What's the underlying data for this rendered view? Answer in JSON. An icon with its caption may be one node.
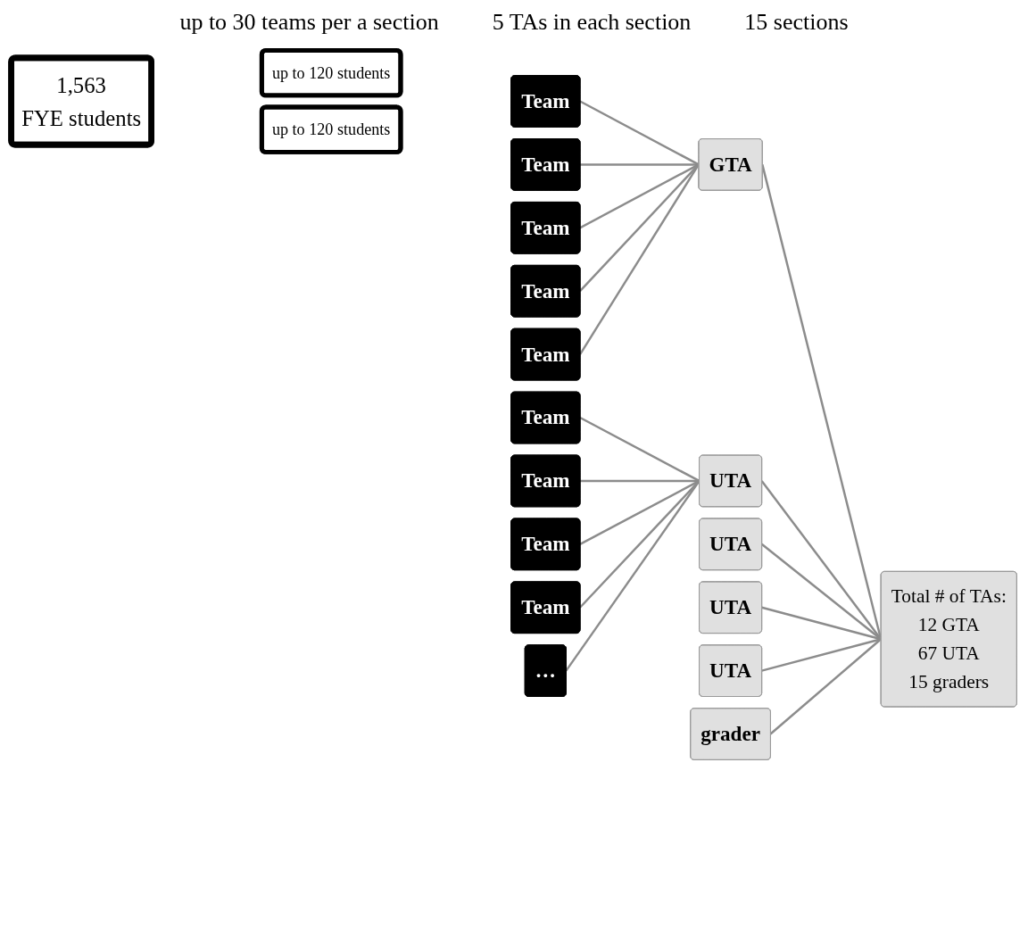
{
  "diagram": {
    "nodes": [
      {
        "text": [
          "1,563",
          "FYE students"
        ]
      },
      {
        "text": [
          "up to 120 students"
        ]
      },
      {
        "text": [
          "up to 120 students"
        ]
      },
      {
        "text": [
          "Team"
        ]
      },
      {
        "text": [
          "Team"
        ]
      },
      {
        "text": [
          "Team"
        ]
      },
      {
        "text": [
          "Team"
        ]
      },
      {
        "text": [
          "Team"
        ]
      },
      {
        "text": [
          "Team"
        ]
      },
      {
        "text": [
          "Team"
        ]
      },
      {
        "text": [
          "Team"
        ]
      },
      {
        "text": [
          "Team"
        ]
      },
      {
        "text": [
          "…"
        ]
      },
      {
        "text": [
          "GTA"
        ]
      },
      {
        "text": [
          "UTA"
        ]
      },
      {
        "text": [
          "UTA"
        ]
      },
      {
        "text": [
          "UTA"
        ]
      },
      {
        "text": [
          "UTA"
        ]
      },
      {
        "text": [
          "grader"
        ]
      },
      {
        "text": [
          "Total # of TAs:",
          "12 GTA",
          "67 UTA",
          "15 graders"
        ]
      }
    ],
    "edges": [
      {
        "from": 3,
        "to": 13,
        "arrow": "none"
      },
      {
        "from": 4,
        "to": 13,
        "arrow": "none"
      },
      {
        "from": 5,
        "to": 13,
        "arrow": "none"
      },
      {
        "from": 6,
        "to": 13,
        "arrow": "none"
      },
      {
        "from": 7,
        "to": 13,
        "arrow": "none"
      },
      {
        "from": 8,
        "to": 14,
        "arrow": "none"
      },
      {
        "from": 9,
        "to": 14,
        "arrow": "none"
      },
      {
        "from": 10,
        "to": 14,
        "arrow": "none"
      },
      {
        "from": 11,
        "to": 14,
        "arrow": "none"
      },
      {
        "from": 12,
        "to": 14,
        "arrow": "none"
      },
      {
        "from": 13,
        "to": 19,
        "arrow": "none"
      },
      {
        "from": 14,
        "to": 19,
        "arrow": "none"
      },
      {
        "from": 15,
        "to": 19,
        "arrow": "none"
      },
      {
        "from": 16,
        "to": 19,
        "arrow": "none"
      },
      {
        "from": 17,
        "to": 19,
        "arrow": "none"
      },
      {
        "from": 18,
        "to": 19,
        "arrow": "none"
      }
    ],
    "labels": [
      "up to 30 teams per a section",
      "5 TAs in each section",
      "15 sections"
    ]
  }
}
